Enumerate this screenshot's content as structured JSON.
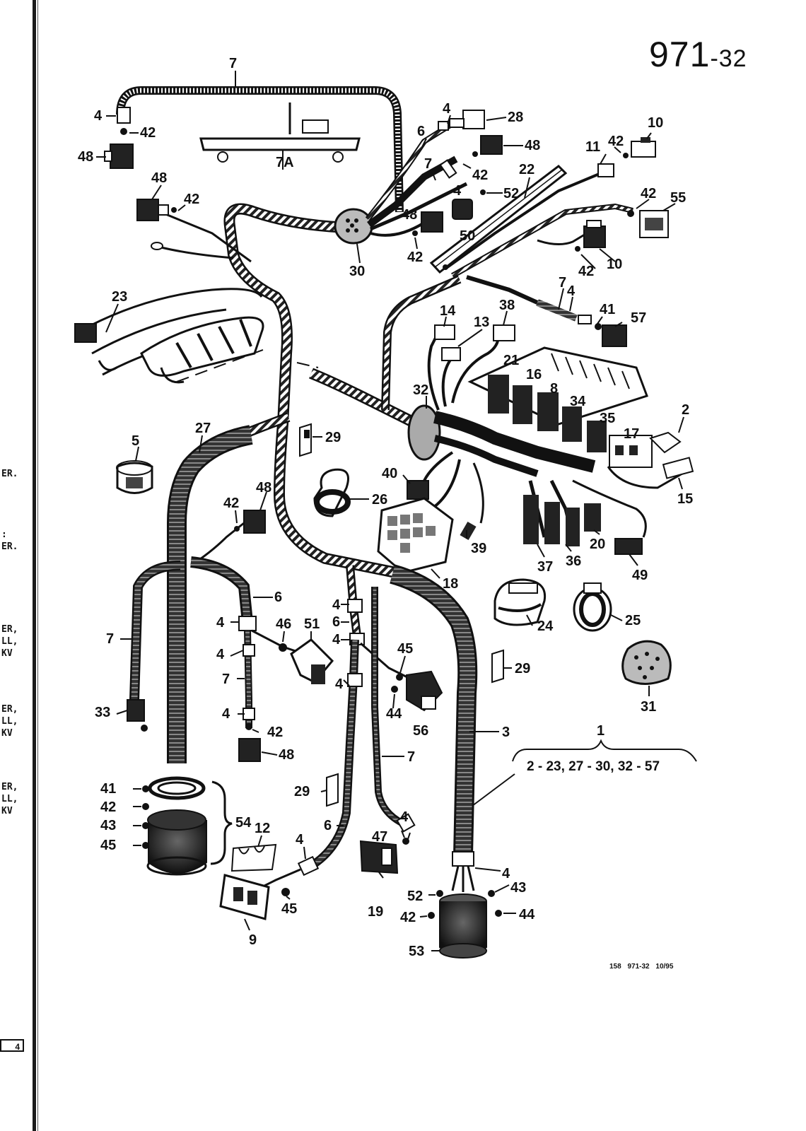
{
  "header": {
    "diagram_number": "971",
    "diagram_suffix": "-32"
  },
  "footer": {
    "reference": "158 971-32 10/95"
  },
  "margin": {
    "notes": [
      "ER.",
      ":\nER.",
      "ER,\nLL,\nKV",
      "ER,\nLL,\nKV",
      "ER,\nLL,\nKV"
    ],
    "page_box": "4"
  },
  "group": {
    "number": "1",
    "range": "2 - 23, 27 - 30, 32 - 57"
  },
  "callouts": {
    "c7_top": "7",
    "c7A": "7A",
    "c4_top": "4",
    "c42_top": "42",
    "c48_top": "48",
    "c48_b": "48",
    "c42_b": "42",
    "c4_c": "4",
    "c28": "28",
    "c6_top": "6",
    "c48_c": "48",
    "c7_c": "7",
    "c42_c": "42",
    "c4_d": "4",
    "c52_top": "52",
    "c48_d": "48",
    "c50": "50",
    "c42_d": "42",
    "c30": "30",
    "c22": "22",
    "c10_top": "10",
    "c11": "11",
    "c42_e": "42",
    "c42_f": "42",
    "c55": "55",
    "c10_b": "10",
    "c42_g": "42",
    "c23": "23",
    "c7_e": "7",
    "c4_e": "4",
    "c41_top": "41",
    "c57": "57",
    "c14": "14",
    "c38": "38",
    "c13": "13",
    "c21": "21",
    "c16": "16",
    "c8": "8",
    "c34": "34",
    "c35": "35",
    "c32": "32",
    "c17": "17",
    "c2": "2",
    "c15": "15",
    "c40": "40",
    "c39": "39",
    "c18": "18",
    "c37": "37",
    "c36": "36",
    "c20": "20",
    "c49": "49",
    "c5": "5",
    "c27": "27",
    "c29_a": "29",
    "c26": "26",
    "c42_h": "42",
    "c48_e": "48",
    "c6_b": "6",
    "c4_f": "4",
    "c46": "46",
    "c51": "51",
    "c4_g": "4",
    "c6_c": "6",
    "c4_h": "4",
    "c45_top": "45",
    "c7_f": "7",
    "c33": "33",
    "c4_i": "4",
    "c4_j": "4",
    "c42_i": "42",
    "c48_f": "48",
    "c4_k": "4",
    "c44_top": "44",
    "c56": "56",
    "c24": "24",
    "c25": "25",
    "c29_b": "29",
    "c31": "31",
    "c3": "3",
    "c7_g": "7",
    "c29_c": "29",
    "c41_b": "41",
    "c42_j": "42",
    "c43_a": "43",
    "c45_b": "45",
    "c54": "54",
    "c12": "12",
    "c4_l": "4",
    "c6_d": "6",
    "c4_m": "4",
    "c47": "47",
    "c4_n": "4",
    "c43_b": "43",
    "c52_b": "52",
    "c42_k": "42",
    "c44_b": "44",
    "c19": "19",
    "c53": "53",
    "c9": "9",
    "c45_c": "45"
  }
}
